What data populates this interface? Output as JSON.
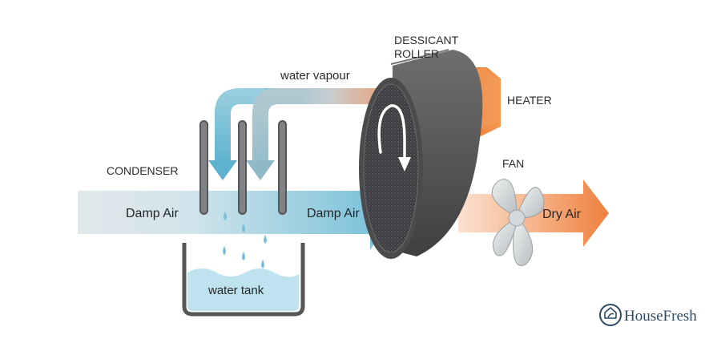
{
  "labels": {
    "condenser": "CONDENSER",
    "dessicant_line1": "DESSICANT",
    "dessicant_line2": "ROLLER",
    "heater": "HEATER",
    "fan": "FAN",
    "water_vapour": "water vapour",
    "damp_air_in": "Damp Air",
    "damp_air_mid": "Damp Air",
    "dry_air": "Dry Air",
    "water_tank": "water tank"
  },
  "brand": {
    "name": "HouseFresh",
    "icon": "house-leaf-icon"
  },
  "colors": {
    "damp_air_blue": "#7fc6dd",
    "dry_air_orange": "#f08a4a",
    "roller_gray": "#58585a",
    "heater_orange": "#f07a2a",
    "water_blue": "#bfe3ee",
    "condenser_gray": "#55565a",
    "brand_navy": "#2c4a62"
  }
}
